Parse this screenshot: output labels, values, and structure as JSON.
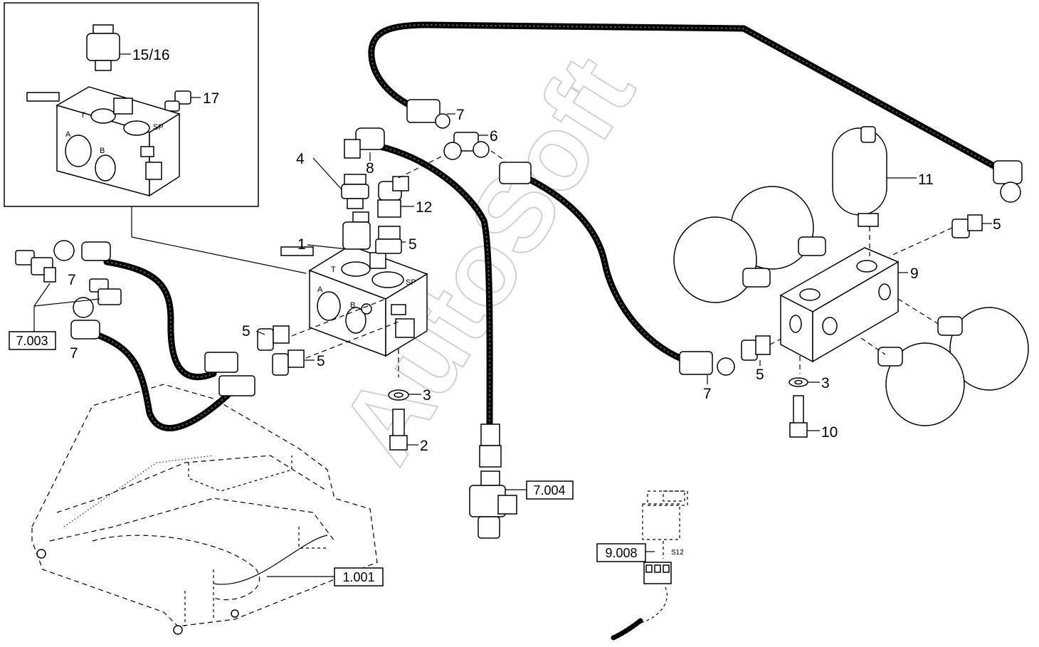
{
  "watermark": "AutoSoft",
  "inset": {
    "labels": [
      "15/16",
      "17"
    ],
    "ports": [
      "T",
      "A",
      "B",
      "SP"
    ]
  },
  "valve_block": {
    "ports": [
      "T",
      "A",
      "B",
      "SP"
    ]
  },
  "callouts": {
    "c1": "1",
    "c2": "2",
    "c3a": "3",
    "c3b": "3",
    "c4": "4",
    "c5a": "5",
    "c5b": "5",
    "c5c": "5",
    "c5d": "5",
    "c5e": "5",
    "c6": "6",
    "c7a": "7",
    "c7b": "7",
    "c7c": "7",
    "c7d": "7",
    "c8": "8",
    "c9": "9",
    "c10": "10",
    "c11": "11",
    "c12": "12"
  },
  "references": {
    "r7003": "7.003",
    "r7004": "7.004",
    "r9008": "9.008",
    "r1001": "1.001"
  },
  "switch_label": "S12"
}
